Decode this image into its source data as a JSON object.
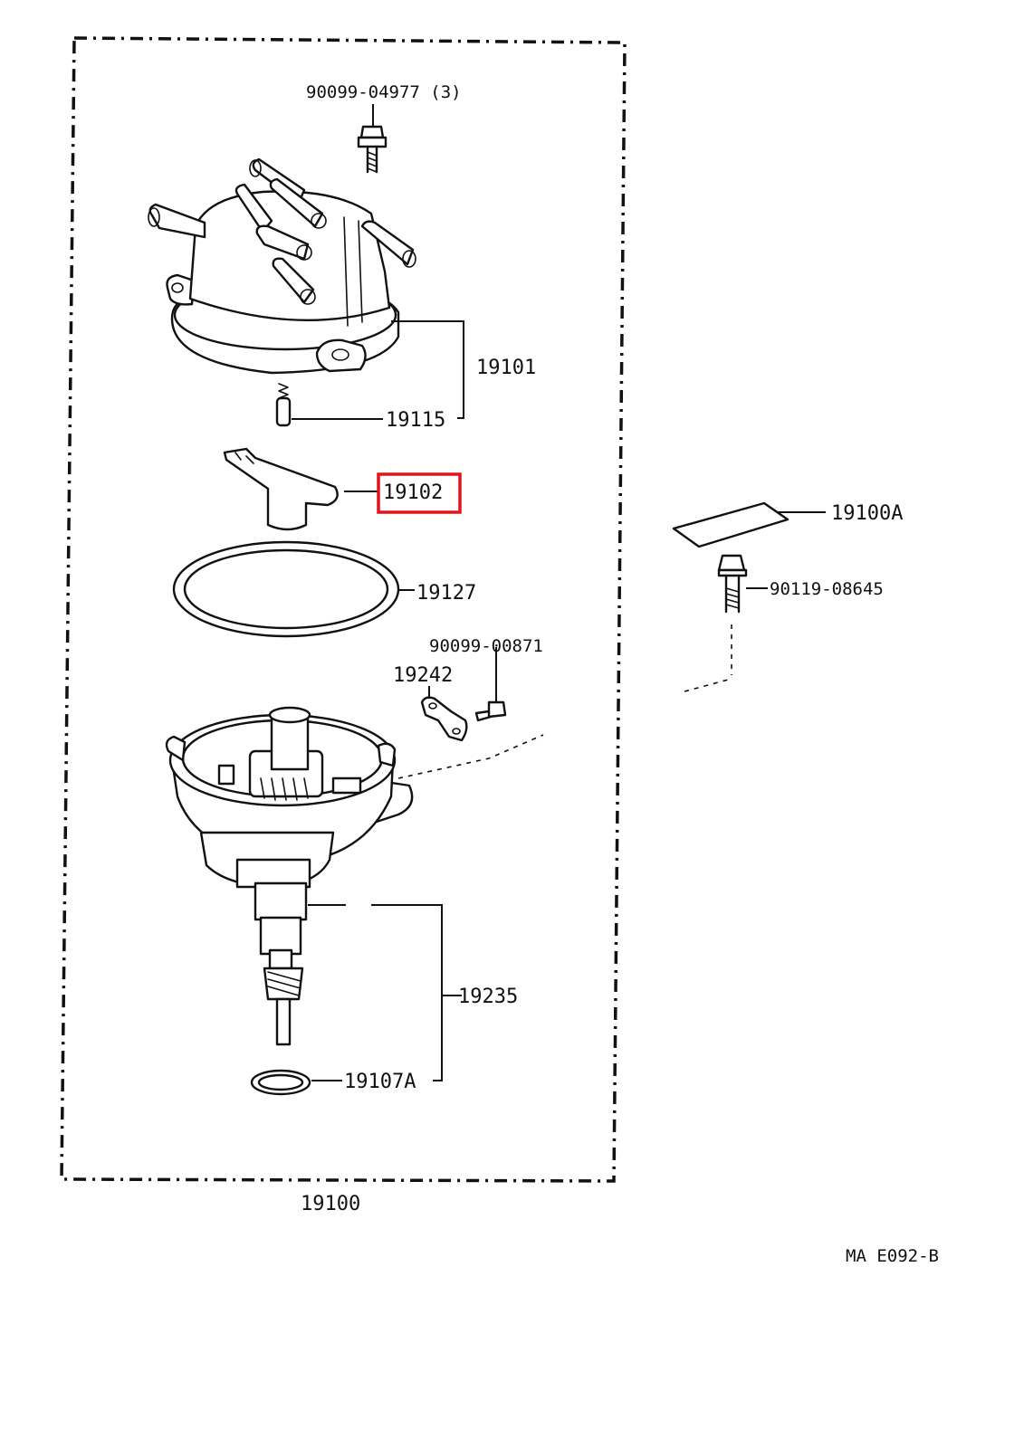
{
  "diagram": {
    "highlight_color": "#e0141b",
    "highlighted_part": "19102",
    "labels": {
      "bolt_top": "90099-04977 (3)",
      "cap": "19101",
      "carbon": "19115",
      "rotor": "19102",
      "seal": "19127",
      "screw_small": "90099-00871",
      "clamp": "19242",
      "housing": "19235",
      "oring": "19107A",
      "assembly": "19100",
      "plate": "19100A",
      "bolt_side": "90119-08645",
      "ref_code": "MA E092-B"
    },
    "icons": {
      "bolt": "bolt-icon",
      "cap": "distributor-cap-icon",
      "rotor": "rotor-icon",
      "seal": "gasket-ring-icon",
      "housing": "distributor-housing-icon",
      "clamp": "clamp-icon",
      "plate": "label-plate-icon"
    }
  }
}
